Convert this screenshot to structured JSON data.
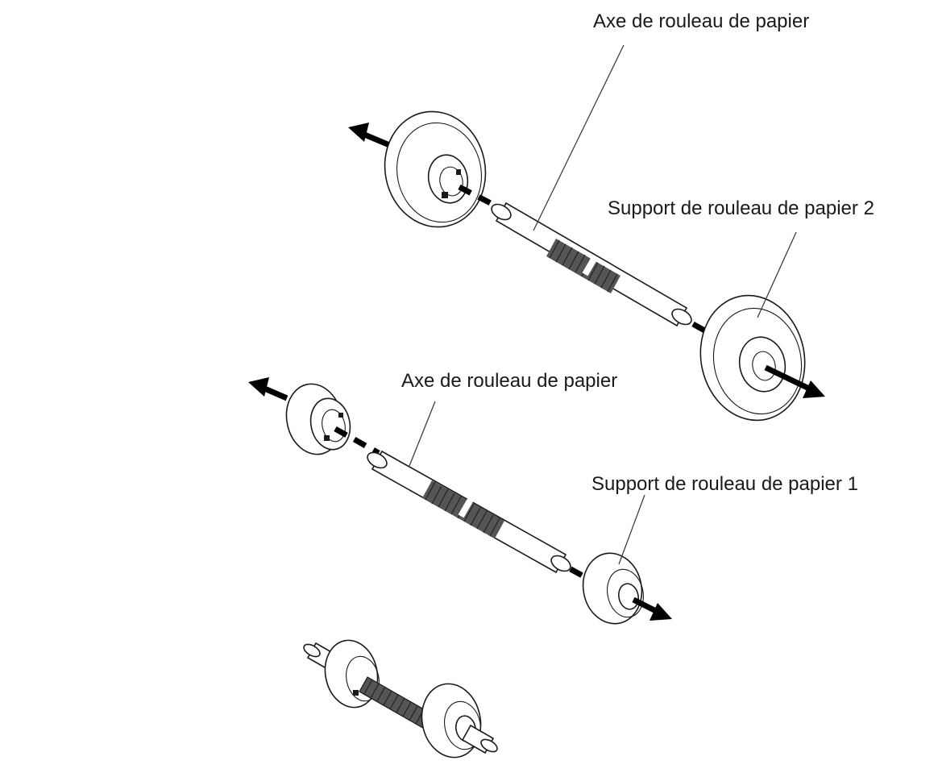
{
  "labels": {
    "axle_top": "Axe de rouleau de papier",
    "holder_2": "Support de rouleau de papier 2",
    "axle_mid": "Axe de rouleau de papier",
    "holder_1": "Support de rouleau de papier 1"
  },
  "colors": {
    "ink": "#1a1a1a",
    "background": "#ffffff"
  }
}
